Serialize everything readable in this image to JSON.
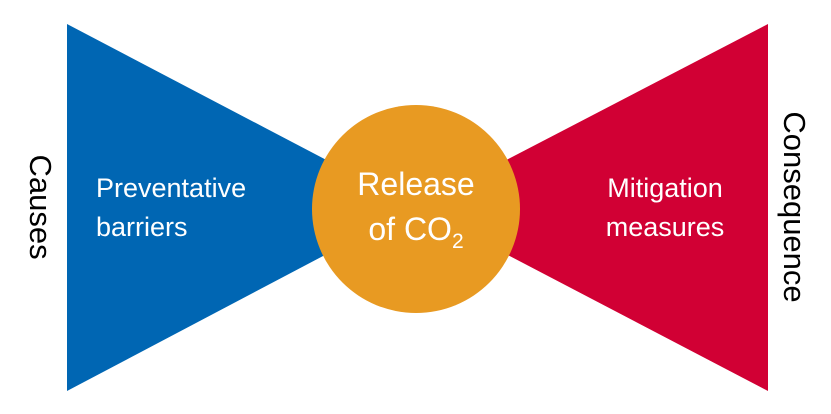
{
  "diagram": {
    "left_label": "Causes",
    "right_label": "Consequence",
    "left_wedge": {
      "line1": "Preventative",
      "line2": "barriers"
    },
    "right_wedge": {
      "line1": "Mitigation",
      "line2": "measures"
    },
    "center": {
      "line1": "Release",
      "line2_main": "of CO",
      "line2_sub": "2"
    }
  },
  "colors": {
    "left_wedge": "#0066b3",
    "right_wedge": "#d10034",
    "center_circle": "#e89a22",
    "text_on_shape": "#ffffff",
    "side_label": "#000000"
  }
}
